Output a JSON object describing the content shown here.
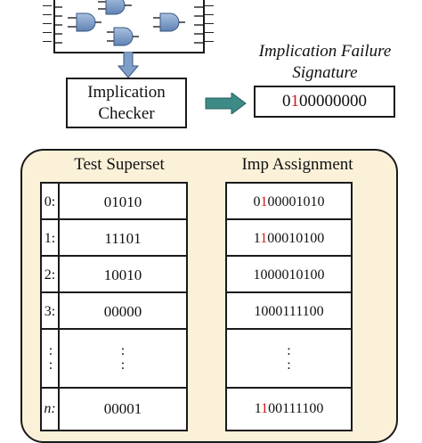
{
  "circuit": {
    "gates": [
      "and-gate",
      "and-gate",
      "and-gate",
      "and-gate",
      "and-gate"
    ]
  },
  "checker": {
    "line1": "Implication",
    "line2": "Checker"
  },
  "signature": {
    "title_line1": "Implication Failure",
    "title_line2": "Signature",
    "value_prefix": "0",
    "value_highlight": "1",
    "value_suffix": "00000000"
  },
  "panel": {
    "test_superset_header": "Test Superset",
    "imp_assignment_header": "Imp Assignment",
    "test_superset_rows": [
      {
        "index": "0:",
        "value": "01010"
      },
      {
        "index": "1:",
        "value": "11101"
      },
      {
        "index": "2:",
        "value": "10010"
      },
      {
        "index": "3:",
        "value": "00000"
      },
      {
        "index": ":",
        "value": ":"
      },
      {
        "index": "n:",
        "value": "00001"
      }
    ],
    "imp_assignment_rows": [
      {
        "prefix": "0",
        "highlight": "1",
        "suffix": "00001010"
      },
      {
        "prefix": "1",
        "highlight": "1",
        "suffix": "00010100"
      },
      {
        "prefix": "1",
        "highlight": "",
        "suffix": "000010100"
      },
      {
        "prefix": "1",
        "highlight": "",
        "suffix": "000111100"
      },
      {
        "prefix": "",
        "highlight": "",
        "suffix": ":"
      },
      {
        "prefix": "1",
        "highlight": "1",
        "suffix": "00111100"
      }
    ]
  },
  "colors": {
    "highlight": "#d0191b",
    "panel_bg": "#fbf1d9",
    "gate_fill": "#7f9fc8",
    "arrow_fill": "#3d8a86"
  }
}
